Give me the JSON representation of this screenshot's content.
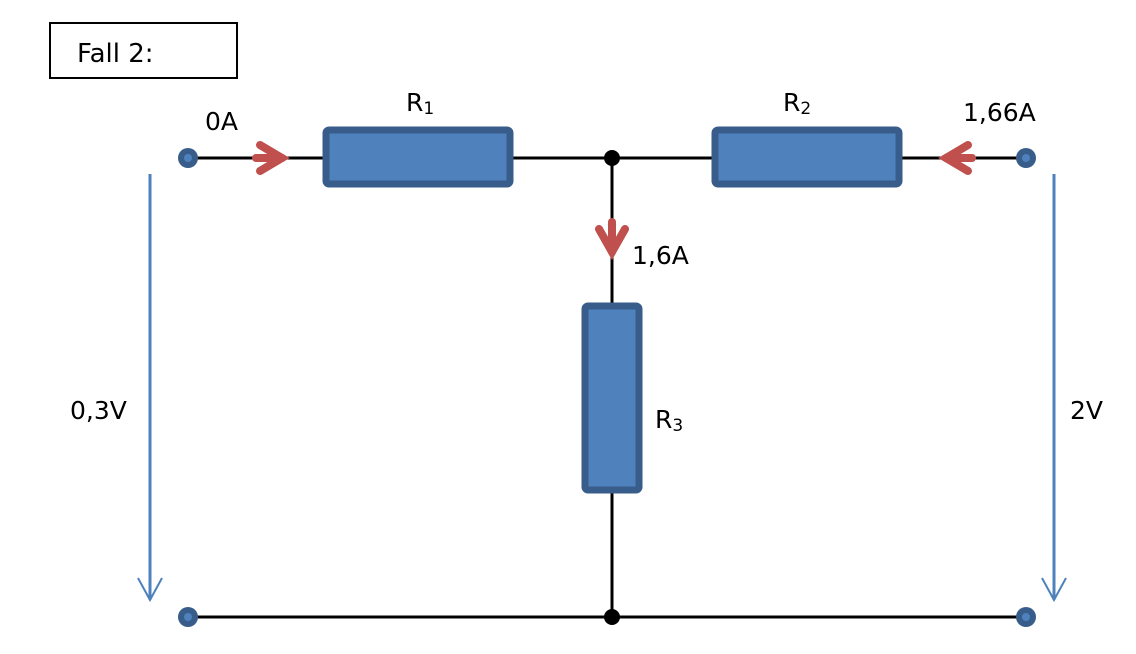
{
  "title": "Fall 2:",
  "resistors": [
    {
      "id": "R1",
      "letter": "R",
      "index": "1"
    },
    {
      "id": "R2",
      "letter": "R",
      "index": "2"
    },
    {
      "id": "R3",
      "letter": "R",
      "index": "3"
    }
  ],
  "currents": {
    "left_input": "0A",
    "right_input": "1,66A",
    "branch_r3": "1,6A"
  },
  "voltages": {
    "left": "0,3V",
    "right": "2V"
  },
  "colors": {
    "wire": "#000000",
    "resistor_fill": "#4f81bd",
    "resistor_border": "#385d8a",
    "current_arrow": "#c0504d",
    "voltage_arrow": "#4f81bd",
    "terminal": "#385d8a"
  }
}
